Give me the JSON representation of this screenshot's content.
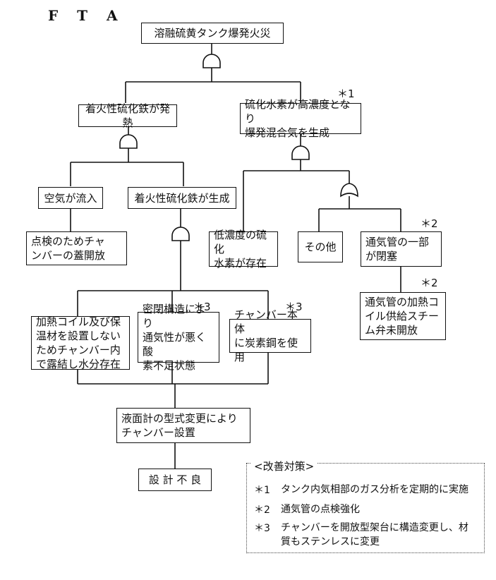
{
  "title": "F T A",
  "events": {
    "top": "溶融硫黄タンク爆発火災",
    "ignition_heat": "着火性硫化鉄が発熱",
    "h2s_mixture": "硫化水素が高濃度となり\n爆発混合気を生成",
    "air_inflow": "空気が流入",
    "ignition_generation": "着火性硫化鉄が生成",
    "chamber_open": "点検のためチャ\nンバーの蓋開放",
    "low_h2s": "低濃度の硫化\n水素が存在",
    "other": "その他",
    "vent_blocked": "通気管の一部\nが閉塞",
    "steam_valve": "通気管の加熱コ\nイル供給スチー\nム弁未開放",
    "heating_coil": "加熱コイル及び保\n温材を設置しない\nためチャンバー内\nで露結し水分存在",
    "sealed_structure": "密閉構造により\n通気性が悪く酸\n素不足状態",
    "carbon_steel": "チャンバー本体\nに炭素鋼を使用",
    "level_gauge": "液面計の型式変更により\nチャンバー設置",
    "design_defect": "設 計 不 良"
  },
  "marks": {
    "m1": "＊1",
    "m2a": "＊2",
    "m2b": "＊2",
    "m3a": "＊3",
    "m3b": "＊3"
  },
  "measures": {
    "title": "<改善対策>",
    "items": [
      {
        "mark": "＊1",
        "text": "タンク内気相部のガス分析を定期的に実施"
      },
      {
        "mark": "＊2",
        "text": "通気管の点検強化"
      },
      {
        "mark": "＊3",
        "text": "チャンバーを開放型架台に構造変更し、材\n質もステンレスに変更"
      }
    ]
  }
}
